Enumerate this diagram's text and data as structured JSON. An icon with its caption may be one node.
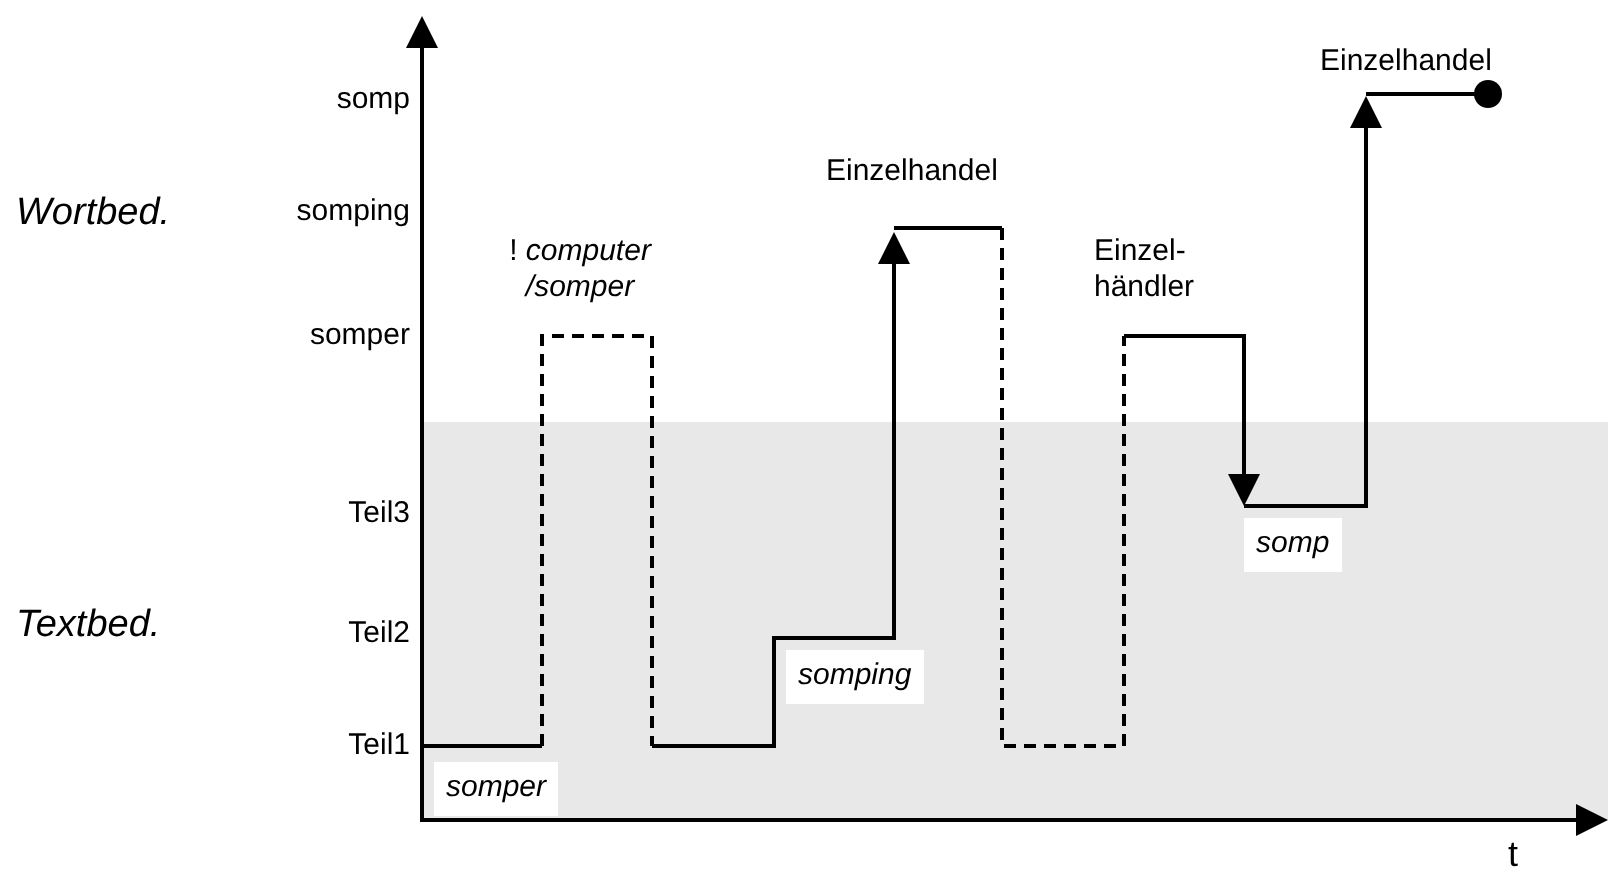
{
  "diagram": {
    "labels": [
      "Einzelhandel",
      "somp",
      "Einzelhandel",
      "Wortbed.",
      "somping",
      "! *computer /somper*",
      "Einzel- händler",
      "somper",
      "Teil3",
      "somp",
      "Textbed.",
      "Teil2",
      "somping",
      "Teil1",
      "somper",
      "t"
    ]
  }
}
